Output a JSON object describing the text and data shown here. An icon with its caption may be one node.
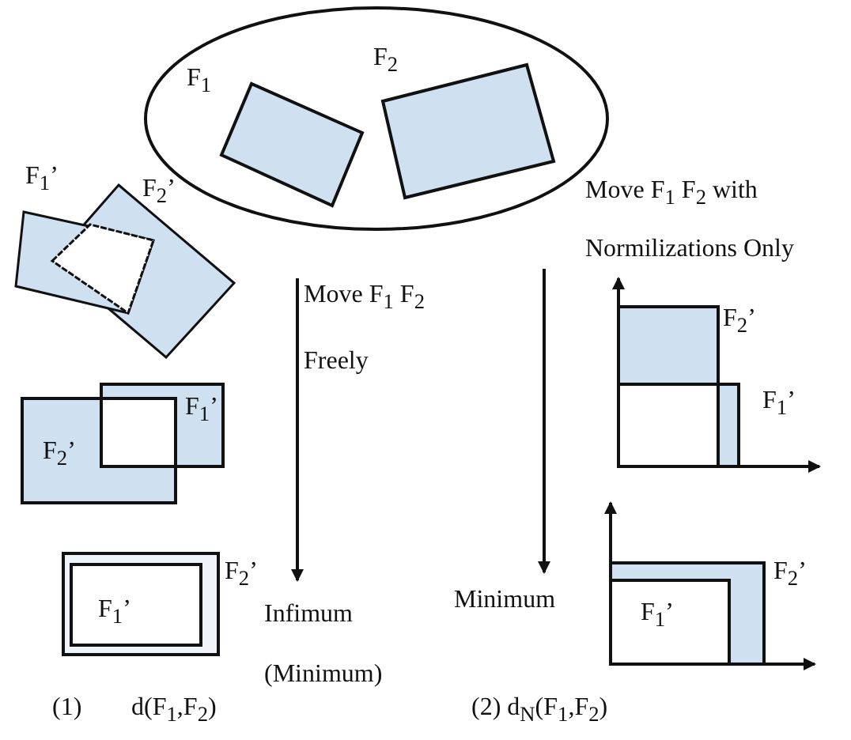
{
  "diagram": {
    "labels": [
      "F$_{1}$",
      "F$_{2}$",
      "F$_{1}$’",
      "F$_{2}$’",
      "Move F$_{1}$ F$_{2}$ with Normilizations Only",
      "Move F$_{1}$ F$_{2}$ Freely",
      "F$_{2}$’",
      "F$_{2}$’",
      "F$_{1}$’",
      "F$_{1}$’",
      "F$_{2}$’",
      "F$_{1}$’",
      "Infimum (Minimum)",
      "Minimum",
      "F$_{2}$’",
      "F$_{1}$’",
      "(1)",
      "d(F$_{1}$,F$_{2}$)",
      "(2) d$_{N}$(F$_{1}$,F$_{2}$)"
    ]
  }
}
